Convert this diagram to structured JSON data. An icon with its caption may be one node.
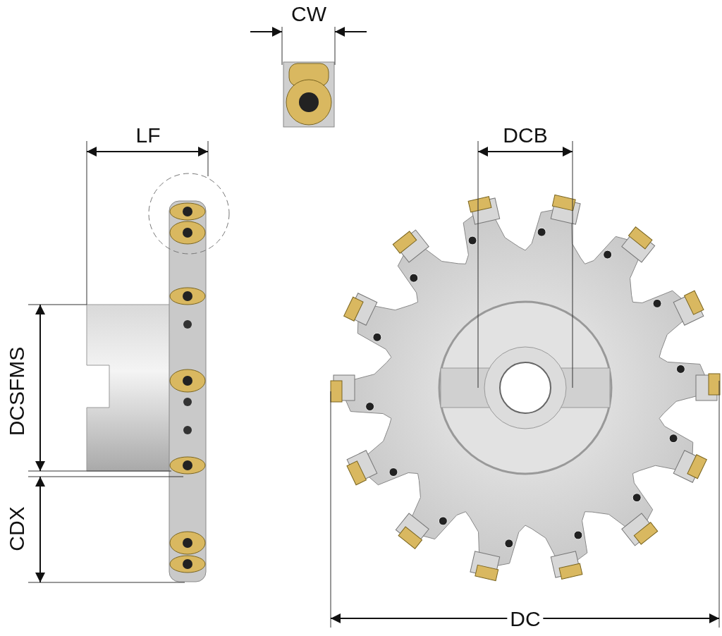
{
  "diagram": {
    "labels": [
      "CW",
      "LF",
      "DCB",
      "DCSFMS",
      "CDX",
      "DC"
    ]
  }
}
